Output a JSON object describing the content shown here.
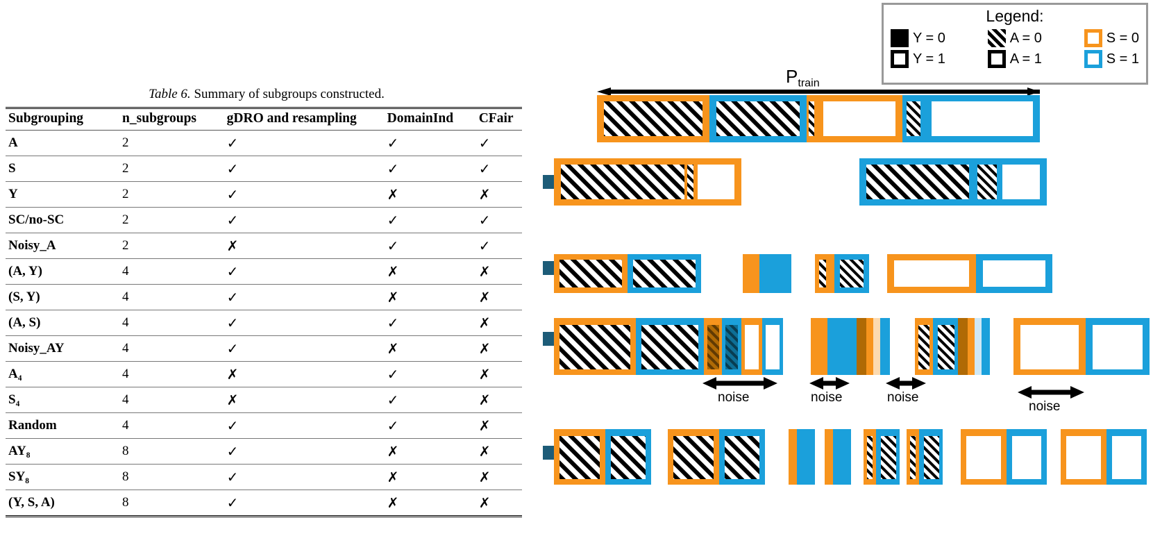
{
  "table": {
    "caption_prefix": "Table 6.",
    "caption_text": " Summary of subgroups constructed.",
    "columns": [
      "Subgrouping",
      "n_subgroups",
      "gDRO and resampling",
      "DomainInd",
      "CFair"
    ],
    "check_glyph": "✓",
    "cross_glyph": "✗",
    "rows": [
      {
        "name": "A",
        "n": "2",
        "gdro": "✓",
        "domainind": "✓",
        "cfair": "✓"
      },
      {
        "name": "S",
        "n": "2",
        "gdro": "✓",
        "domainind": "✓",
        "cfair": "✓"
      },
      {
        "name": "Y",
        "n": "2",
        "gdro": "✓",
        "domainind": "✗",
        "cfair": "✗"
      },
      {
        "name": "SC/no-SC",
        "n": "2",
        "gdro": "✓",
        "domainind": "✓",
        "cfair": "✓"
      },
      {
        "name": "Noisy_A",
        "n": "2",
        "gdro": "✗",
        "domainind": "✓",
        "cfair": "✓"
      },
      {
        "name": "(A, Y)",
        "n": "4",
        "gdro": "✓",
        "domainind": "✗",
        "cfair": "✗"
      },
      {
        "name": "(S, Y)",
        "n": "4",
        "gdro": "✓",
        "domainind": "✗",
        "cfair": "✗"
      },
      {
        "name": "(A, S)",
        "n": "4",
        "gdro": "✓",
        "domainind": "✓",
        "cfair": "✗"
      },
      {
        "name": "Noisy_AY",
        "n": "4",
        "gdro": "✓",
        "domainind": "✗",
        "cfair": "✗"
      },
      {
        "name": "A₄",
        "n": "4",
        "gdro": "✗",
        "domainind": "✓",
        "cfair": "✗"
      },
      {
        "name": "S₄",
        "n": "4",
        "gdro": "✗",
        "domainind": "✓",
        "cfair": "✗"
      },
      {
        "name": "Random",
        "n": "4",
        "gdro": "✓",
        "domainind": "✓",
        "cfair": "✗"
      },
      {
        "name": "AY₈",
        "n": "8",
        "gdro": "✓",
        "domainind": "✗",
        "cfair": "✗"
      },
      {
        "name": "SY₈",
        "n": "8",
        "gdro": "✓",
        "domainind": "✗",
        "cfair": "✗"
      },
      {
        "name": "(Y, S, A)",
        "n": "8",
        "gdro": "✓",
        "domainind": "✗",
        "cfair": "✗"
      }
    ]
  },
  "legend": {
    "title": "Legend:",
    "row1": [
      {
        "label": "Y = 0",
        "swatch": "filled-black-square"
      },
      {
        "label": "A = 0",
        "swatch": "hatched-black-square"
      },
      {
        "label": "S = 0",
        "swatch": "orange-outline-square"
      }
    ],
    "row2": [
      {
        "label": "Y = 1",
        "swatch": "white-black-outline-square"
      },
      {
        "label": "A = 1",
        "swatch": "white-black-outline-square"
      },
      {
        "label": "S = 1",
        "swatch": "blue-outline-square"
      }
    ]
  },
  "diagram": {
    "ptrain_label_base": "P",
    "ptrain_label_sub": "train",
    "noise_label": "noise",
    "noise_labels": [
      "noise",
      "noise",
      "noise",
      "noise"
    ],
    "colors": {
      "orange": "#F7941D",
      "blue": "#1BA0DB",
      "black": "#000000",
      "white": "#FFFFFF",
      "arrow_teal": "#1D5C78",
      "noise_orange": "#B06A05",
      "noise_blue": "#0E6F96",
      "legend_border": "#999999"
    },
    "rows": [
      {
        "id": "ptrain",
        "name": "P_train distribution bar"
      },
      {
        "id": "split-2",
        "name": "2 subgroups split (S)"
      },
      {
        "id": "split-4",
        "name": "4 subgroups split (A,Y)"
      },
      {
        "id": "split-4-noisy",
        "name": "4 noisy subgroups split (Noisy_AY)"
      },
      {
        "id": "split-8",
        "name": "8 subgroups split (Y,S,A)"
      }
    ]
  }
}
